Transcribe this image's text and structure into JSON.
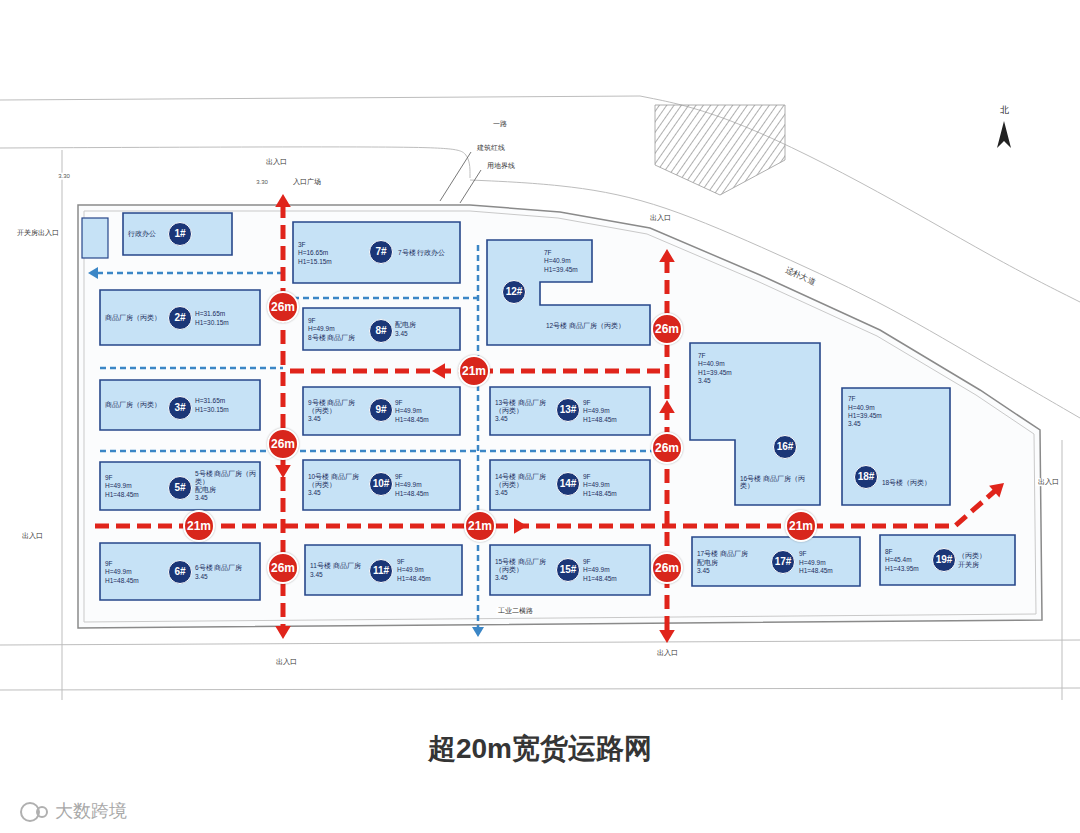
{
  "diagram": {
    "caption": "超20m宽货运路网",
    "nodes": [
      {
        "text": [
          "行政办公"
        ]
      },
      {
        "text": [
          "1#"
        ],
        "in": 0
      },
      {
        "text": [
          "3F",
          "H=16.65m",
          "H1=15.15m",
          "7号楼 行政办公"
        ]
      },
      {
        "text": [
          "7#"
        ],
        "in": 2
      },
      {
        "text": [
          "7F",
          "H=40.9m",
          "H1=39.45m",
          "12号楼 商品厂房（丙类）"
        ]
      },
      {
        "text": [
          "12#"
        ],
        "in": 4
      },
      {
        "text": [
          "商品厂房（丙类）",
          "H=31.65m",
          "H1=30.15m"
        ]
      },
      {
        "text": [
          "2#"
        ],
        "in": 6
      },
      {
        "text": [
          "9F",
          "H=49.9m",
          "8号楼 商品厂房",
          "配电房",
          "3.45"
        ]
      },
      {
        "text": [
          "8#"
        ],
        "in": 8
      },
      {
        "text": [
          "商品厂房（丙类）",
          "H=31.65m",
          "H1=30.15m"
        ]
      },
      {
        "text": [
          "3#"
        ],
        "in": 10
      },
      {
        "text": [
          "9F",
          "H=49.9m",
          "H1=48.45m",
          "9号楼 商品厂房（丙类）",
          "3.45"
        ]
      },
      {
        "text": [
          "9#"
        ],
        "in": 12
      },
      {
        "text": [
          "9F",
          "H=49.9m",
          "H1=48.45m",
          "13号楼 商品厂房（丙类）",
          "3.45"
        ]
      },
      {
        "text": [
          "13#"
        ],
        "in": 14
      },
      {
        "text": [
          "7F",
          "H=40.9m",
          "H1=39.45m",
          "3.45",
          "16号楼 商品厂房（丙类）"
        ]
      },
      {
        "text": [
          "16#"
        ],
        "in": 16
      },
      {
        "text": [
          "7F",
          "H=40.9m",
          "H1=39.45m",
          "3.45",
          "18号楼（丙类）"
        ]
      },
      {
        "text": [
          "18#"
        ],
        "in": 18
      },
      {
        "text": [
          "9F",
          "H=49.9m",
          "H1=48.45m",
          "5号楼 商品厂房（丙类）",
          "配电房",
          "3.45"
        ]
      },
      {
        "text": [
          "5#"
        ],
        "in": 20
      },
      {
        "text": [
          "9F",
          "H=49.9m",
          "H1=48.45m",
          "10号楼 商品厂房（丙类）",
          "3.45"
        ]
      },
      {
        "text": [
          "10#"
        ],
        "in": 22
      },
      {
        "text": [
          "9F",
          "H=49.9m",
          "H1=48.45m",
          "14号楼 商品厂房（丙类）",
          "3.45"
        ]
      },
      {
        "text": [
          "14#"
        ],
        "in": 24
      },
      {
        "text": [
          "9F",
          "H=49.9m",
          "H1=48.45m",
          "6号楼 商品厂房",
          "3.45"
        ]
      },
      {
        "text": [
          "6#"
        ],
        "in": 26
      },
      {
        "text": [
          "9F",
          "H=49.9m",
          "H1=48.45m",
          "11号楼 商品厂房",
          "3.45"
        ]
      },
      {
        "text": [
          "11#"
        ],
        "in": 28
      },
      {
        "text": [
          "9F",
          "H=49.9m",
          "H1=48.45m",
          "15号楼 商品厂房（丙类）",
          "3.45"
        ]
      },
      {
        "text": [
          "15#"
        ],
        "in": 30
      },
      {
        "text": [
          "9F",
          "H=49.9m",
          "H1=48.45m",
          "17号楼 商品厂房",
          "配电房",
          "3.45"
        ]
      },
      {
        "text": [
          "17#"
        ],
        "in": 32
      },
      {
        "text": [
          "8F",
          "H=45.4m",
          "H1=43.95m",
          "（丙类）",
          "开关房"
        ]
      },
      {
        "text": [
          "19#"
        ],
        "in": 34
      },
      {
        "text": [
          "26m"
        ]
      },
      {
        "text": [
          "26m"
        ]
      },
      {
        "text": [
          "21m"
        ]
      },
      {
        "text": [
          "26m"
        ]
      },
      {
        "text": [
          "26m"
        ]
      },
      {
        "text": [
          "21m"
        ]
      },
      {
        "text": [
          "21m"
        ]
      },
      {
        "text": [
          "21m"
        ]
      },
      {
        "text": [
          "26m"
        ]
      },
      {
        "text": [
          "26m"
        ]
      }
    ],
    "labels": [
      "北",
      "3.30",
      "3.30",
      "出入口",
      "入口广场",
      "开关房出入口",
      "一路",
      "建筑红线",
      "用地界线",
      "出入口",
      "迳朴大道",
      "出入口",
      "出入口",
      "工业二横路",
      "出入口",
      "出入口",
      "大数跨境"
    ]
  }
}
